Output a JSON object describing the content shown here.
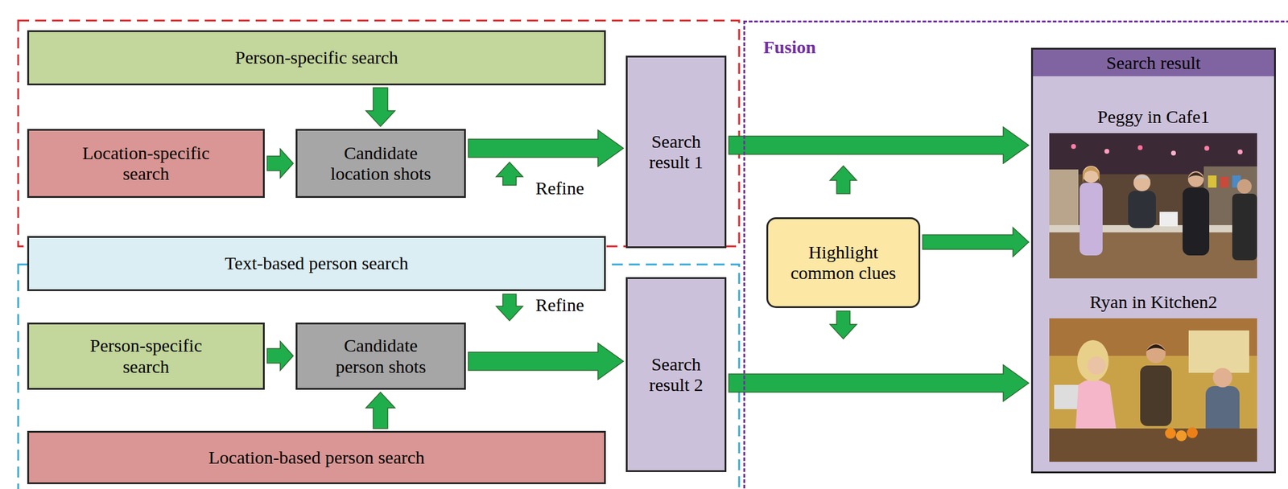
{
  "diagram": {
    "nodes": [
      {
        "text": [
          "Person-specific search"
        ]
      },
      {
        "text": [
          "Location-specific search"
        ]
      },
      {
        "text": [
          "Candidate location shots"
        ]
      },
      {
        "text": [
          "Search result 1"
        ]
      },
      {
        "text": [
          "Text-based person search"
        ]
      },
      {
        "text": [
          "Person-specific search"
        ]
      },
      {
        "text": [
          "Candidate person shots"
        ]
      },
      {
        "text": [
          "Location-based person search"
        ]
      },
      {
        "text": [
          "Search result 2"
        ]
      },
      {
        "text": [
          "Fusion"
        ]
      },
      {
        "text": [
          "Highlight common clues"
        ],
        "in": 9
      },
      {
        "text": [
          "Search result",
          "Peggy in Cafe1",
          "Ryan in Kitchen2"
        ],
        "in": 9
      }
    ],
    "edges": [
      {
        "from": 0,
        "to": 2,
        "arrow": "to"
      },
      {
        "from": 1,
        "to": 2,
        "arrow": "to"
      },
      {
        "from": 2,
        "to": 3,
        "arrow": "to"
      },
      {
        "from": 5,
        "to": 6,
        "arrow": "to"
      },
      {
        "from": 7,
        "to": 6,
        "arrow": "to"
      },
      {
        "from": 6,
        "to": 8,
        "arrow": "to"
      },
      {
        "from": 3,
        "to": 11,
        "arrow": "to"
      },
      {
        "from": 8,
        "to": 11,
        "arrow": "to"
      },
      {
        "from": 10,
        "to": 11,
        "arrow": "to"
      }
    ],
    "labels": [
      "Refine",
      "Refine"
    ]
  }
}
